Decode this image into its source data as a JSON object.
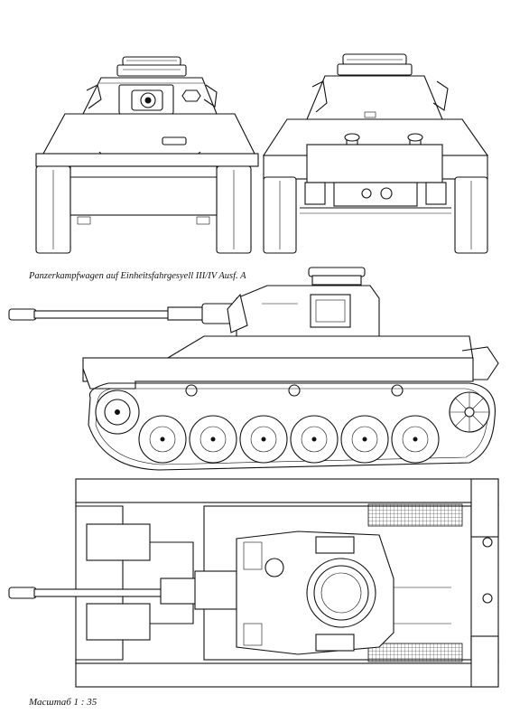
{
  "captions": {
    "title": "Panzerkampfwagen auf Einheitsfahrgesyell III/IV Ausf. A",
    "scale": "Масштаб 1 : 35"
  },
  "views": [
    "front-view",
    "rear-view",
    "side-view",
    "top-view"
  ],
  "colors": {
    "line": "#111111",
    "paper": "#ffffff"
  }
}
